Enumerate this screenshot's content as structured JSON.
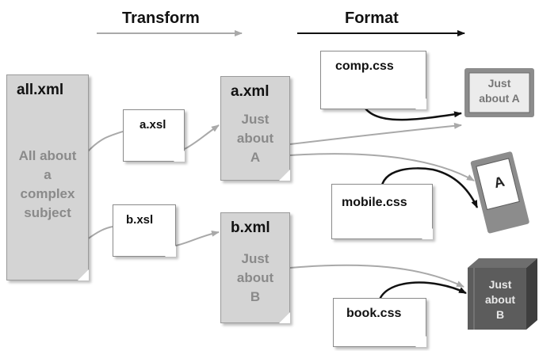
{
  "headers": {
    "transform": "Transform",
    "format": "Format"
  },
  "source": {
    "title": "all.xml",
    "body": "All about\na\ncomplex\nsubject"
  },
  "stylesheets": {
    "a": "a.xsl",
    "b": "b.xsl"
  },
  "outputs": {
    "a": {
      "title": "a.xml",
      "body": "Just\nabout\nA"
    },
    "b": {
      "title": "b.xml",
      "body": "Just\nabout\nB"
    }
  },
  "css": {
    "comp": "comp.css",
    "mobile": "mobile.css",
    "book": "book.css"
  },
  "devices": {
    "computer": "Just\nabout A",
    "mobile": "A",
    "book": "Just\nabout\nB"
  },
  "colors": {
    "arrow_light": "#a9a9a9",
    "arrow_dark": "#111111",
    "doc_grey": "#d4d4d4"
  }
}
